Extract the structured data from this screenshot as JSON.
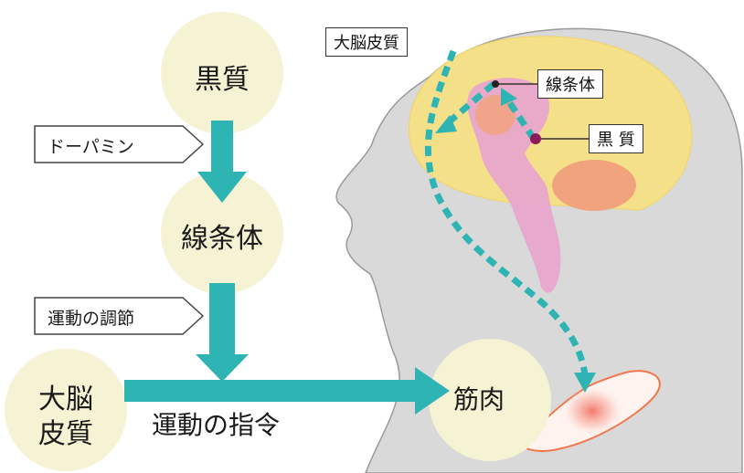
{
  "flow": {
    "substantia_nigra": "黒質",
    "dopamine": "ドーパミン",
    "striatum": "線条体",
    "movement_regulation": "運動の調節",
    "cortex_line1": "大脳",
    "cortex_line2": "皮質",
    "motor_command": "運動の指令",
    "muscle": "筋肉"
  },
  "brain_labels": {
    "cortex": "大脳皮質",
    "striatum": "線条体",
    "substantia_nigra": "黒 質"
  },
  "colors": {
    "node_fill": "#f6f2d4",
    "arrow_teal": "#2fb4b4",
    "head_gray": "#d9d9d9",
    "brain_yellow": "#f5e08a",
    "brain_pink": "#e8a6cc",
    "brain_orange": "#f1a37e"
  }
}
